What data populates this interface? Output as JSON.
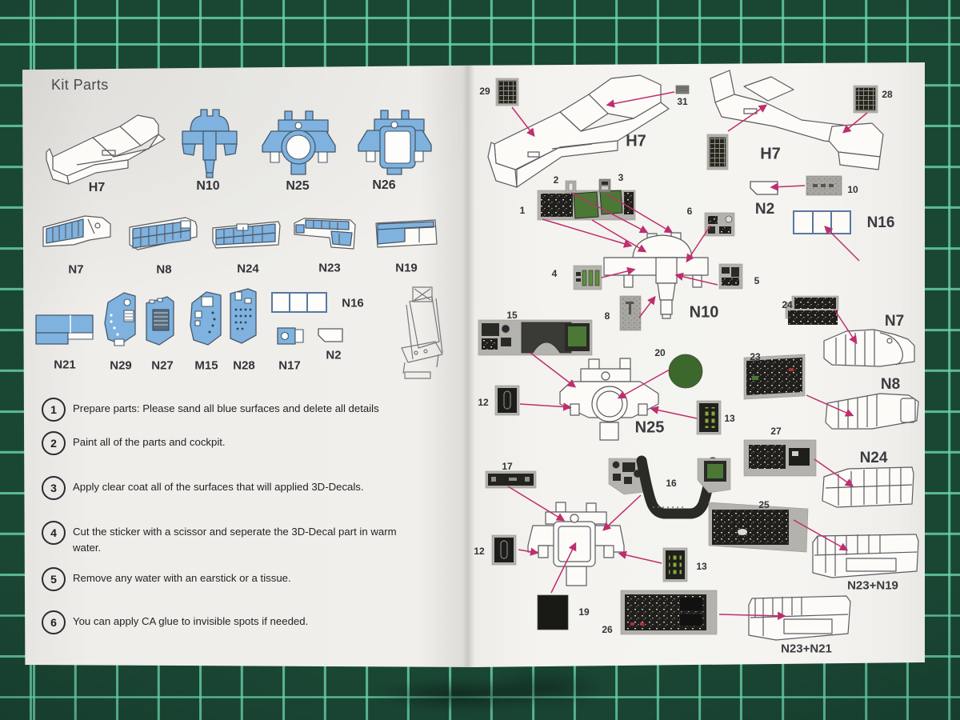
{
  "colors": {
    "mat_green": "#1a4634",
    "mat_grid_line": "#6ad6ac",
    "part_blue": "#7fb2de",
    "arrow_magenta": "#bf2e6e",
    "decal_screen_green": "#4c7836"
  },
  "left_page": {
    "title": "Kit Parts",
    "part_labels": {
      "h7": "H7",
      "n10": "N10",
      "n25": "N25",
      "n26": "N26",
      "n7": "N7",
      "n8": "N8",
      "n24": "N24",
      "n23": "N23",
      "n19": "N19",
      "n21": "N21",
      "n29": "N29",
      "n27": "N27",
      "m15": "M15",
      "n28": "N28",
      "n17": "N17",
      "n16": "N16",
      "n2": "N2"
    },
    "instructions": [
      {
        "num": "1",
        "text": "Prepare parts: Please sand all  blue  surfaces and delete all details"
      },
      {
        "num": "2",
        "text": "Paint all of the parts and cockpit."
      },
      {
        "num": "3",
        "text": "Apply clear coat all of the surfaces that will applied 3D-Decals."
      },
      {
        "num": "4",
        "text": "Cut the sticker with a scissor and seperate the 3D-Decal part in warm water."
      },
      {
        "num": "5",
        "text": "Remove any water with an earstick or a tissue."
      },
      {
        "num": "6",
        "text": "You can apply CA glue to invisible spots if needed."
      }
    ]
  },
  "right_page": {
    "callouts": {
      "c29": "29",
      "c31": "31",
      "c28": "28",
      "c2": "2",
      "c3": "3",
      "c1": "1",
      "c6": "6",
      "c10": "10",
      "c4": "4",
      "c5": "5",
      "c8": "8",
      "c15": "15",
      "c20": "20",
      "c24": "24",
      "c23": "23",
      "c12a": "12",
      "c13a": "13",
      "c27": "27",
      "c17": "17",
      "c16": "16",
      "c25": "25",
      "c12b": "12",
      "c13b": "13",
      "c19": "19",
      "c26": "26"
    },
    "part_labels": {
      "h7_left": "H7",
      "h7_right": "H7",
      "n2": "N2",
      "n16": "N16",
      "n10": "N10",
      "n25": "N25",
      "n7": "N7",
      "n8": "N8",
      "n24": "N24",
      "n23_n19": "N23+N19",
      "n23_n21": "N23+N21"
    }
  }
}
